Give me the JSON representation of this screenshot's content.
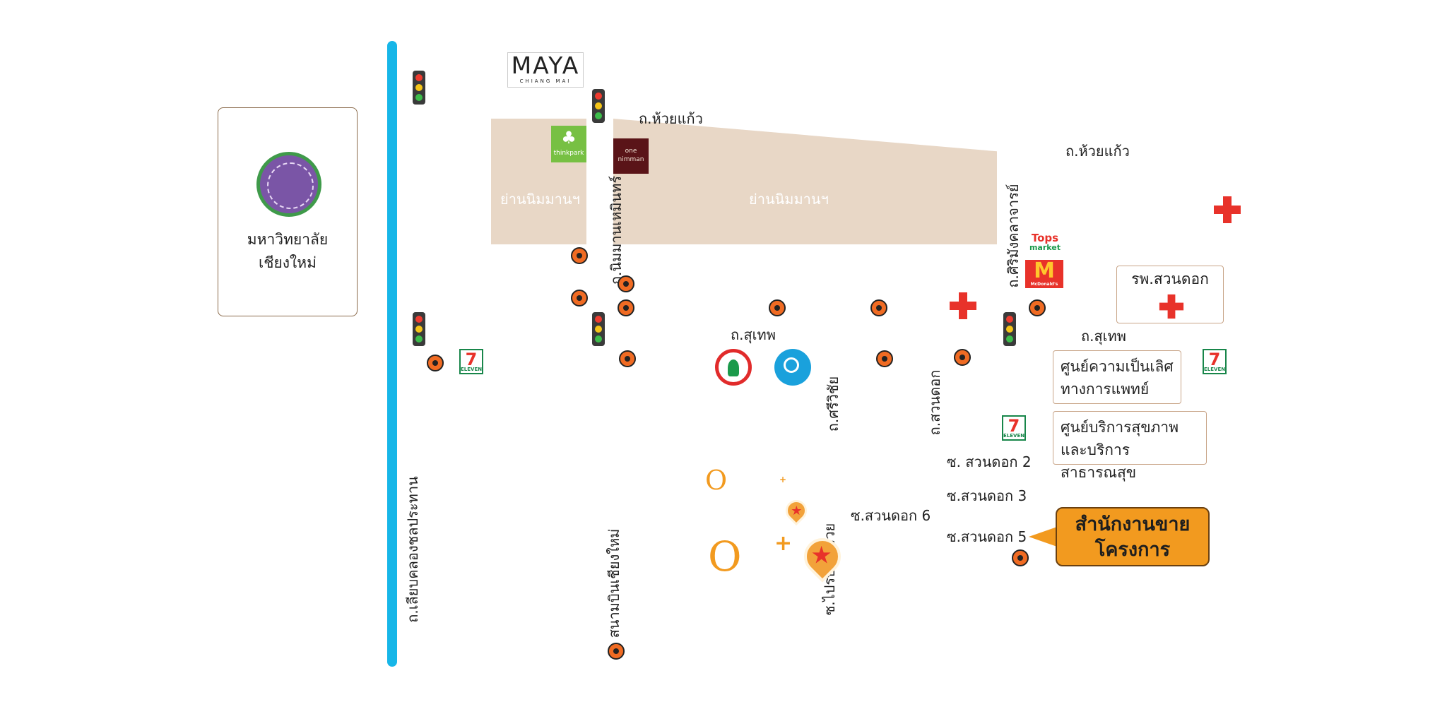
{
  "university": {
    "name": "มหาวิทยาลัยเชียงใหม่",
    "logo_icon": "cmu-elephant-seal"
  },
  "roads": {
    "khlong_chonlaprathan": "ถ.เลียบคลองชลประทาน",
    "nimmanhaemin": "ถ.นิมมานเหมินทร์",
    "huay_kaew_top": "ถ.ห้วยแก้ว",
    "huay_kaew_right": "ถ.ห้วยแก้ว",
    "sriwangkalajarn": "ถ.ศิริมังคลาจารย์",
    "suthep_center": "ถ.สุเทพ",
    "suthep_right": "ถ.สุเทพ",
    "sriwichai": "ถ.ศรีวิชัย",
    "suan_dok": "ถ.สวนดอก",
    "soi_suan_dok_2": "ซ. สวนดอก 2",
    "soi_suan_dok_3": "ซ.สวนดอก 3",
    "soi_suan_dok_5": "ซ.สวนดอก 5",
    "soi_suan_dok_6": "ซ.สวนดอก 6",
    "soi_praisaniya": "ซ.ไปรษณีย์รวย",
    "airport": "สนามบินเชียงใหม่"
  },
  "zones": {
    "nimman_left": "ย่านนิมมานฯ",
    "nimman_right": "ย่านนิมมานฯ"
  },
  "landmarks": {
    "maya": {
      "name": "MAYA",
      "sub": "CHIANG MAI"
    },
    "think_park": "thinkpark",
    "one_nimman": "one nimman",
    "tops": {
      "top": "Tops",
      "bottom": "market"
    },
    "mcdonalds": {
      "mark": "M",
      "name": "McDonald's"
    },
    "seven_eleven": {
      "mark": "7",
      "sub": "ELEVEN"
    },
    "hospital_suan_dok": "รพ.สวนดอก",
    "medical_excellence": [
      "ศูนย์ความเป็นเลิศ",
      "ทางการแพทย์"
    ],
    "health_service": [
      "ศูนย์บริการสุขภาพ",
      "และบริการสาธารณสุข"
    ]
  },
  "sales_office": [
    "สำนักงานขาย",
    "โครงการ"
  ],
  "icons": {
    "traffic_light": "traffic-light-icon",
    "marker": "location-dot-icon",
    "hospital": "red-cross-icon",
    "bank_kasikorn": "kasikorn-bank-icon",
    "bank_krungthai": "krungthai-bank-icon",
    "project": "star-pin-icon"
  },
  "colors": {
    "main_road": "#17b6e8",
    "nimman_zone": "#e8d7c6",
    "marker": "#f06b23",
    "callout": "#f29a1f",
    "red_cross": "#e8322a"
  }
}
